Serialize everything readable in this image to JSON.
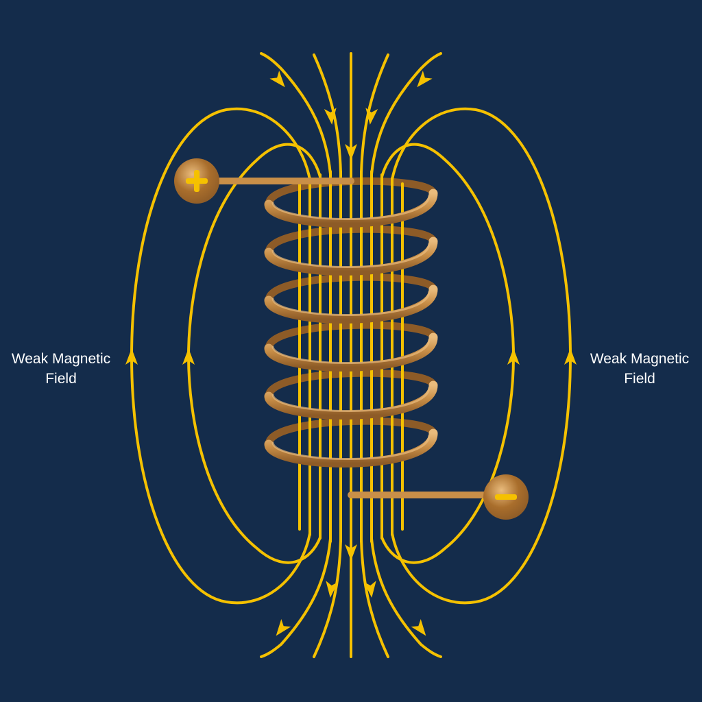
{
  "colors": {
    "background": "#142c4b",
    "field_line": "#f5c100",
    "coil": "#c98f48",
    "coil_highlight": "#e9bb7c",
    "coil_shadow": "#8d5b27",
    "terminal": "#a96e2c",
    "terminal_symbol": "#f5c100"
  },
  "icons": {
    "positive_terminal": "plus-icon",
    "negative_terminal": "minus-icon"
  },
  "labels": {
    "left": {
      "line1": "Weak Magnetic",
      "line2": "Field"
    },
    "right": {
      "line1": "Weak Magnetic",
      "line2": "Field"
    }
  },
  "coil_turns": 6
}
